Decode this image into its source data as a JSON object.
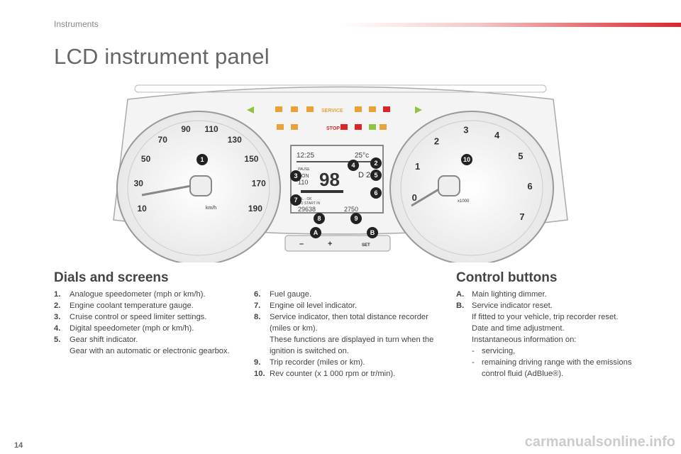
{
  "header": {
    "section": "Instruments"
  },
  "title": "LCD instrument panel",
  "figure": {
    "speedo_ticks": [
      "10",
      "30",
      "50",
      "70",
      "90",
      "110",
      "130",
      "150",
      "170",
      "190"
    ],
    "speedo_unit": "km/h",
    "rev_ticks": [
      "0",
      "1",
      "2",
      "3",
      "4",
      "5",
      "6",
      "7"
    ],
    "rev_unit": "x1000",
    "service_label": "SERVICE",
    "stop_label": "STOP",
    "lcd": {
      "time": "12:25",
      "temp": "25°c",
      "pause": "PAUSE",
      "cruise": "ON",
      "limit": "110",
      "speed": "98",
      "gear": "D 2",
      "oil": "OIL - OK",
      "nostart": "NO START IN",
      "odometer": "29638",
      "trip": "2750"
    },
    "callouts": [
      "1",
      "2",
      "3",
      "4",
      "5",
      "6",
      "7",
      "8",
      "9",
      "10",
      "A",
      "B"
    ],
    "buttons": {
      "minus": "–",
      "plus": "+",
      "set": "SET"
    }
  },
  "dials": {
    "heading": "Dials and screens",
    "items_left": [
      {
        "n": "1.",
        "text": "Analogue speedometer (mph or km/h)."
      },
      {
        "n": "2.",
        "text": "Engine coolant temperature gauge."
      },
      {
        "n": "3.",
        "text": "Cruise control or speed limiter settings."
      },
      {
        "n": "4.",
        "text": "Digital speedometer (mph or km/h)."
      },
      {
        "n": "5.",
        "text": "Gear shift indicator.",
        "sub": "Gear with an automatic or electronic gearbox."
      }
    ],
    "items_right": [
      {
        "n": "6.",
        "text": "Fuel gauge."
      },
      {
        "n": "7.",
        "text": "Engine oil level indicator."
      },
      {
        "n": "8.",
        "text": "Service indicator, then total distance recorder (miles or km).",
        "sub": "These functions are displayed in turn when the ignition is switched on."
      },
      {
        "n": "9.",
        "text": "Trip recorder (miles or km)."
      },
      {
        "n": "10.",
        "text": "Rev counter (x 1 000 rpm or tr/min)."
      }
    ]
  },
  "controls": {
    "heading": "Control buttons",
    "a": {
      "n": "A.",
      "text": "Main lighting dimmer."
    },
    "b": {
      "n": "B.",
      "text": "Service indicator reset.",
      "lines": [
        "If fitted to your vehicle, trip recorder reset.",
        "Date and time adjustment.",
        "Instantaneous information on:"
      ],
      "bullets": [
        "servicing,",
        "remaining driving range with the emissions control fluid (AdBlue®)."
      ]
    }
  },
  "page_number": "14",
  "watermark": "carmanualsonline.info",
  "colors": {
    "accent": "#d9262b",
    "warning": "#e8a23a",
    "green": "#8cc63f",
    "callout": "#222222"
  }
}
